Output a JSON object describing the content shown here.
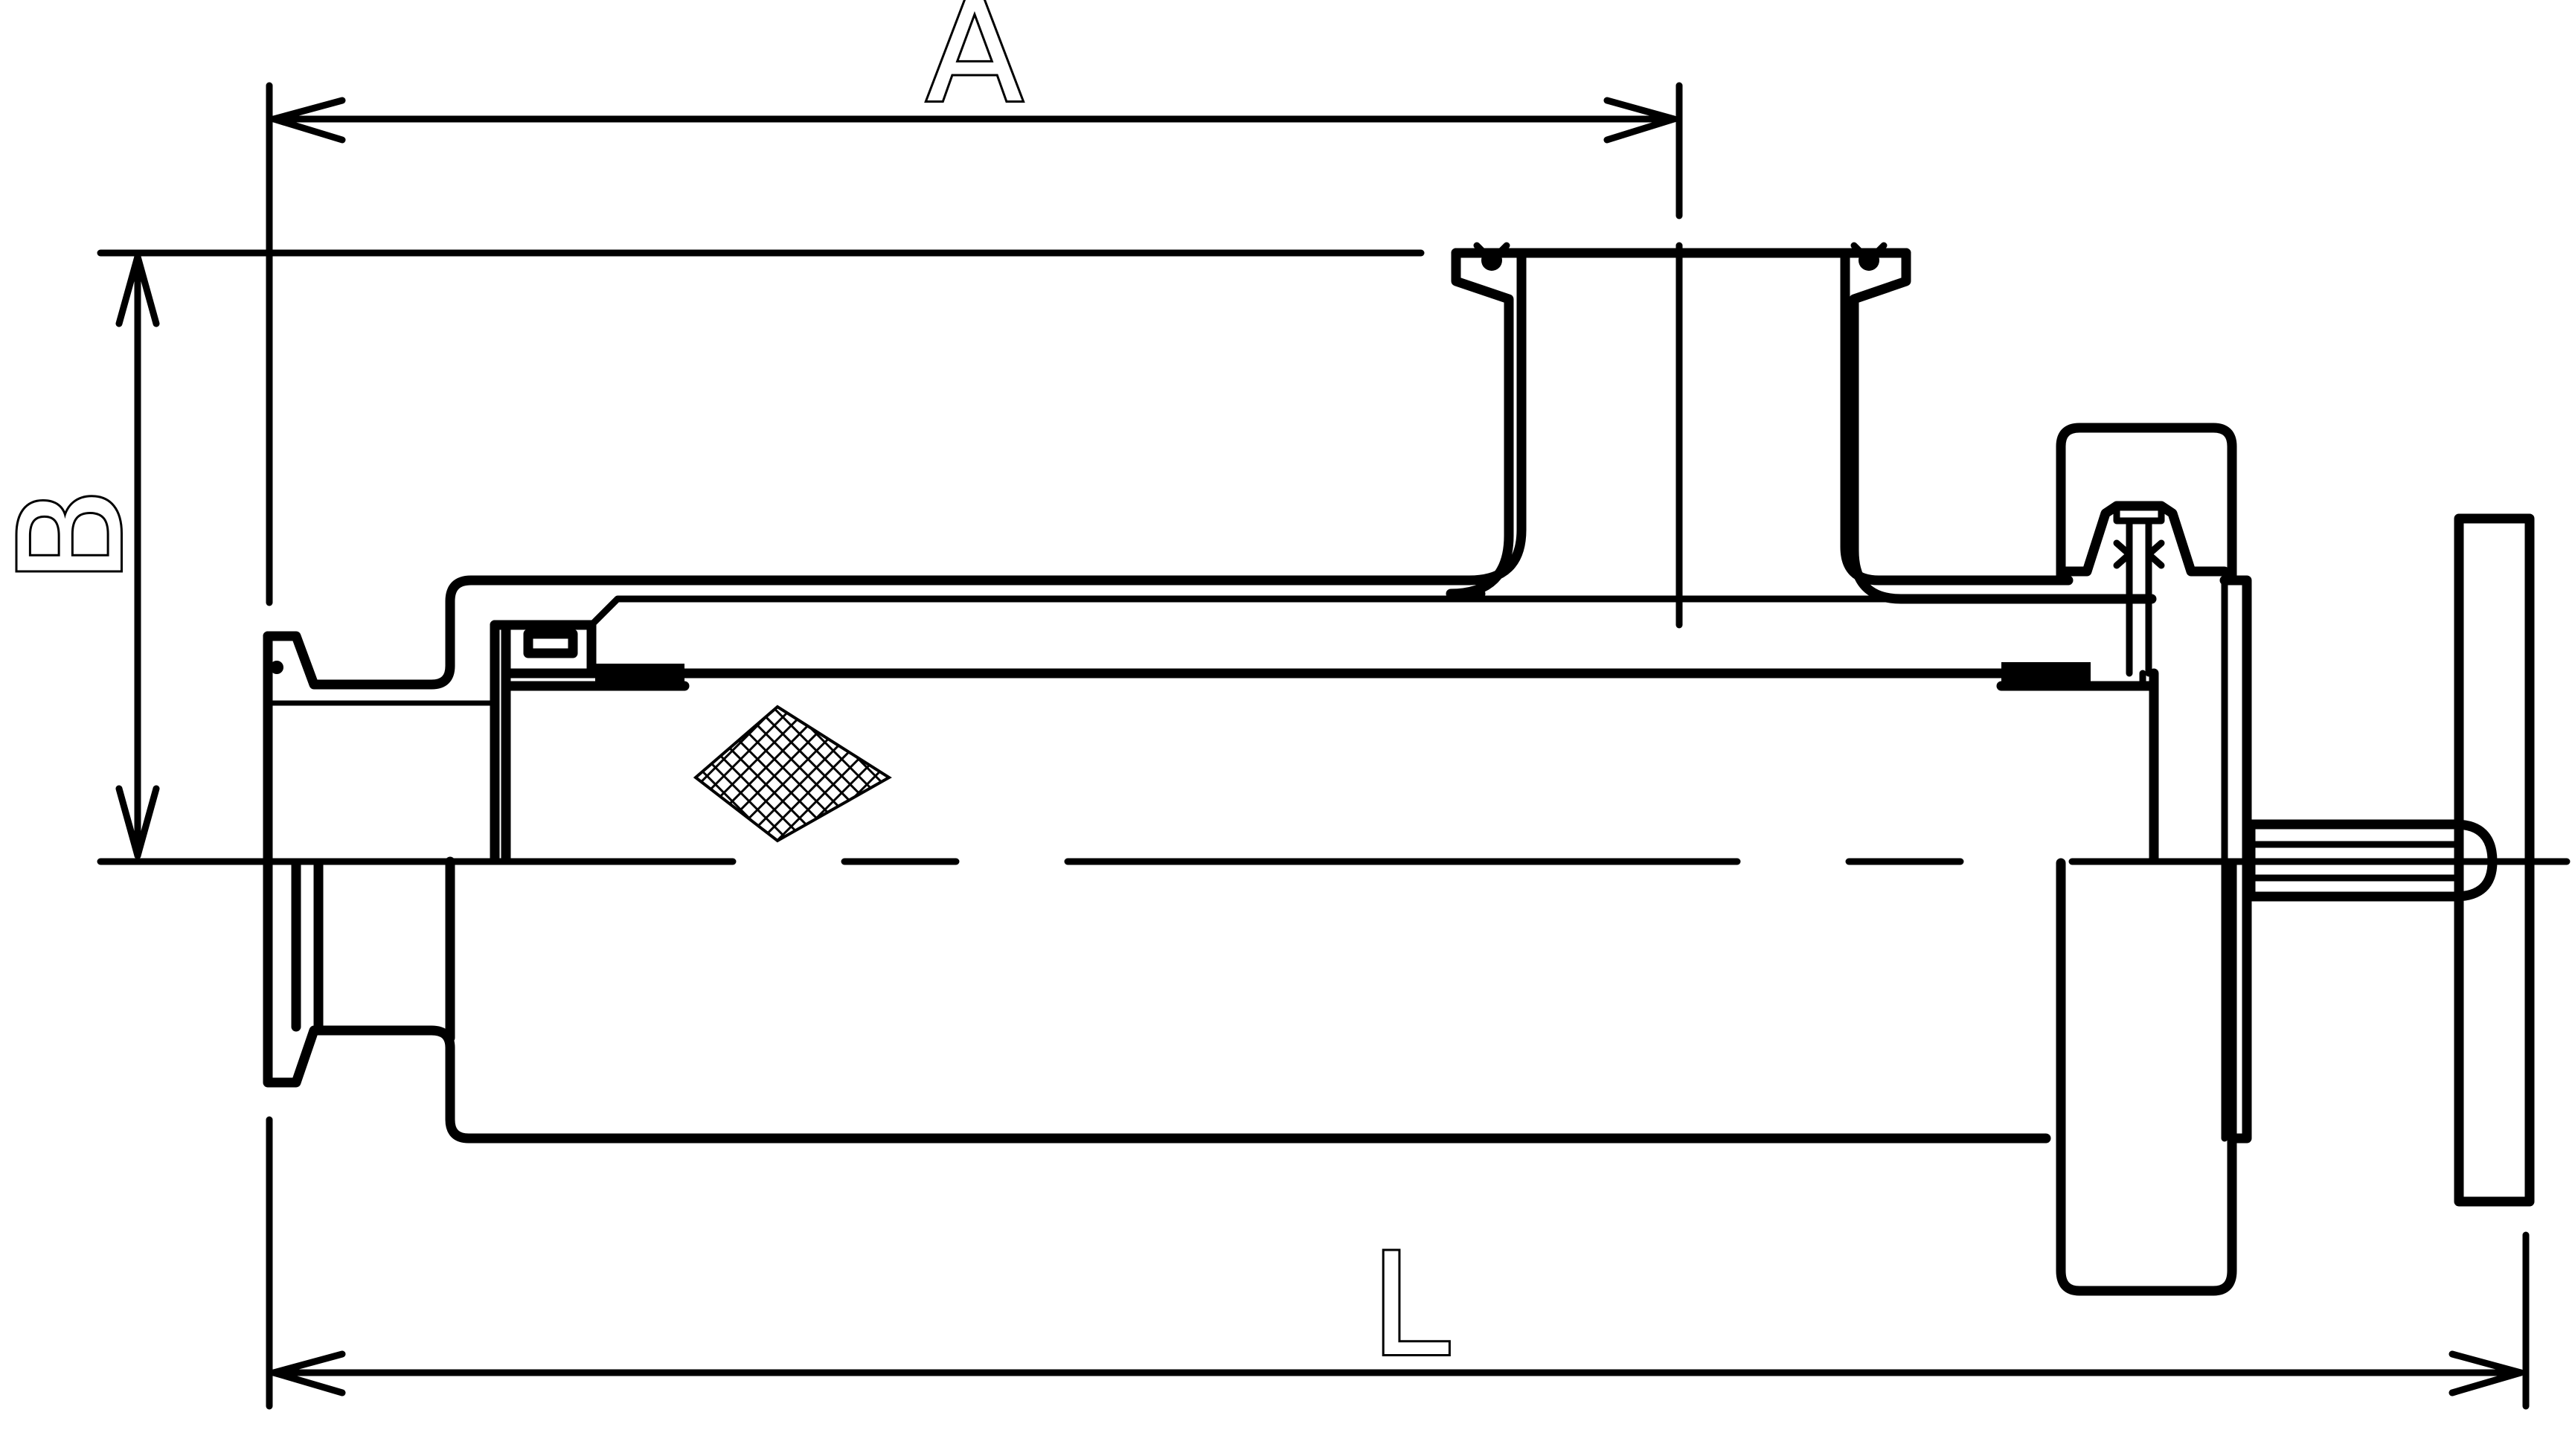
{
  "dimensions": {
    "a_label": "A",
    "b_label": "B",
    "l_label": "L"
  },
  "colors": {
    "line": "#000000",
    "background": "#ffffff"
  }
}
